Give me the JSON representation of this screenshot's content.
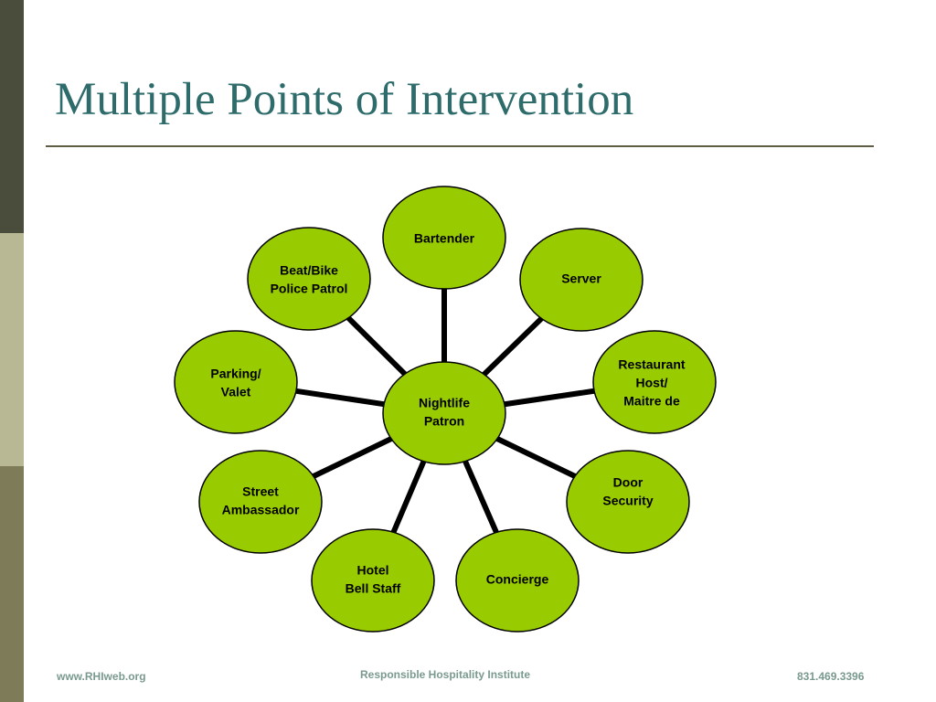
{
  "slide": {
    "title": "Multiple Points of Intervention"
  },
  "diagram": {
    "center": {
      "id": "center",
      "lines": [
        "Nightlife",
        "Patron"
      ]
    },
    "nodes": [
      {
        "id": "bartender",
        "lines": [
          "Bartender"
        ]
      },
      {
        "id": "server",
        "lines": [
          "Server"
        ]
      },
      {
        "id": "restaurant-host",
        "lines": [
          "Restaurant",
          "Host/",
          "Maitre de"
        ]
      },
      {
        "id": "door-security",
        "lines": [
          "Door",
          "Security"
        ]
      },
      {
        "id": "concierge",
        "lines": [
          "Concierge"
        ]
      },
      {
        "id": "hotel-bell-staff",
        "lines": [
          "Hotel",
          "Bell Staff"
        ]
      },
      {
        "id": "street-ambassador",
        "lines": [
          "Street",
          "Ambassador"
        ]
      },
      {
        "id": "parking-valet",
        "lines": [
          "Parking/",
          "Valet"
        ]
      },
      {
        "id": "beat-bike-police",
        "lines": [
          "Beat/Bike",
          "Police Patrol"
        ]
      }
    ],
    "colors": {
      "fill": "#99cc00",
      "stroke": "#000000",
      "connector": "#000000"
    }
  },
  "footer": {
    "website": "www.RHIweb.org",
    "organization": "Responsible Hospitality Institute",
    "phone": "831.469.3396"
  }
}
